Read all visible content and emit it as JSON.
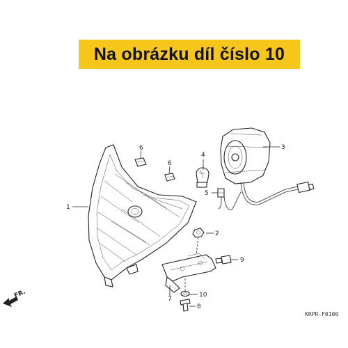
{
  "banner": {
    "text": "Na obrázku díl číslo 10",
    "color": "#f7c61a"
  },
  "callouts": {
    "c1": "1",
    "c2": "2",
    "c3": "3",
    "c4": "4",
    "c5": "5",
    "c6a": "6",
    "c6b": "6",
    "c7": "7",
    "c8": "8",
    "c9": "9",
    "c10": "10"
  },
  "direction_label": "FR.",
  "diagram_code": "KRPR-F0100"
}
